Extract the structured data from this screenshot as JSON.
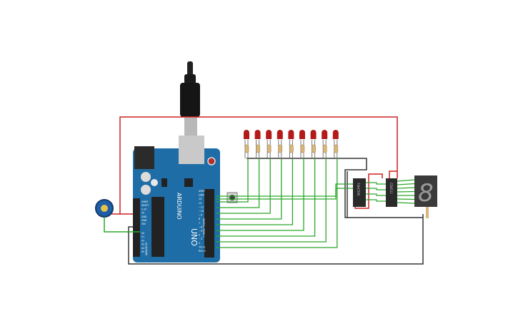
{
  "board": {
    "name": "UNO",
    "brand": "ARDUINO",
    "digital_label": "DIGITAL (PWM~)",
    "analog_label": "ANALOG IN",
    "power_pins": [
      "IOREF",
      "RESET",
      "3.3V",
      "5V",
      "GND",
      "GND",
      "VIN"
    ],
    "analog_pins": [
      "A0",
      "A1",
      "A2",
      "A3",
      "A4",
      "A5"
    ],
    "digital_pins": [
      "AREF",
      "GND",
      "13",
      "12",
      "~11",
      "~10",
      "~9",
      "8",
      "7",
      "~6",
      "~5",
      "4",
      "~3",
      "2",
      "TX→1",
      "RX←0"
    ]
  },
  "leds": {
    "count": 9,
    "color": "#b31b1b"
  },
  "chips": [
    {
      "id": "ic1",
      "label": "74HC595"
    },
    {
      "id": "ic2",
      "label": "CD4511"
    }
  ],
  "display": {
    "digit": "8",
    "type": "7-segment"
  },
  "colors": {
    "board": "#1f6da6",
    "power_wire": "#cc2222",
    "ground_wire": "#333333",
    "signal_wire": "#2aa82a",
    "led": "#b31b1b",
    "resistor": "#d9b77a",
    "pot": "#1c5fa8"
  },
  "icons": {
    "usb": "usb-plug-icon",
    "reset": "reset-button-icon",
    "pot": "potentiometer-icon",
    "pushbutton": "pushbutton-icon"
  }
}
